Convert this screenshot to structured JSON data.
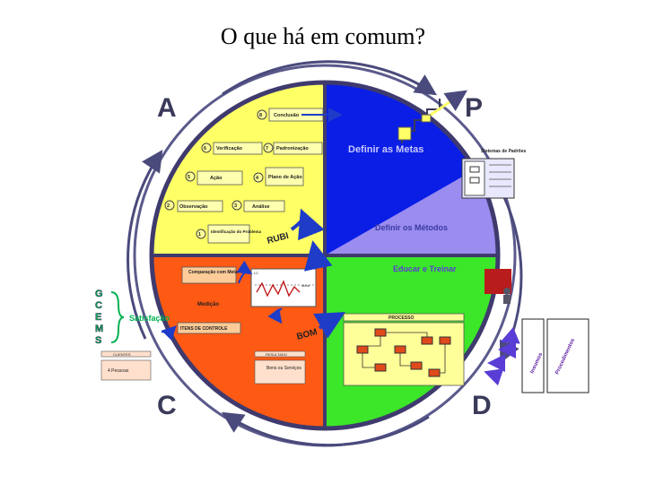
{
  "title": "O que há em comum?",
  "quadrants": {
    "a": "A",
    "p": "P",
    "c": "C",
    "d": "D"
  },
  "colors": {
    "act": "#ffff66",
    "plan": "#0a1ee6",
    "plan_light": "#9b8cf0",
    "check": "#ff5a14",
    "do": "#3ce628",
    "frame": "#3f3a6e",
    "ring": "#5a5a8c"
  },
  "act_steps": [
    {
      "num": "8",
      "label": "Conclusão"
    },
    {
      "num": "6",
      "label": "Verificação"
    },
    {
      "num": "7",
      "label": "Padronização"
    },
    {
      "num": "5",
      "label": "Ação"
    },
    {
      "num": "4",
      "label": "Plano de Ação"
    },
    {
      "num": "2",
      "label": "Observação"
    },
    {
      "num": "3",
      "label": "Análise"
    },
    {
      "num": "1",
      "label": "Identificação do Problema"
    }
  ],
  "plan": {
    "goal": "Definir as Metas",
    "methods": "Definir os Métodos",
    "standards": "Sistemas de Padrões"
  },
  "rubi": "RUBI",
  "bom": "BOM",
  "check": {
    "compare": "Comparação com Meta",
    "lc": "LC",
    "meta": "Meta",
    "measure": "Medição",
    "items": "ITENS DE CONTROLE",
    "client": "CLIENTES",
    "persons": "4 Pessoas",
    "result": "RESULTADO",
    "goods": "Bens ou Serviços"
  },
  "do": {
    "train": "Educar e Treinar",
    "process": "PROCESSO",
    "input1": "Insumos",
    "input2": "Procedimentos"
  },
  "gcems": [
    "G",
    "C",
    "E",
    "M",
    "S"
  ],
  "satisfaction": "Satisfação"
}
